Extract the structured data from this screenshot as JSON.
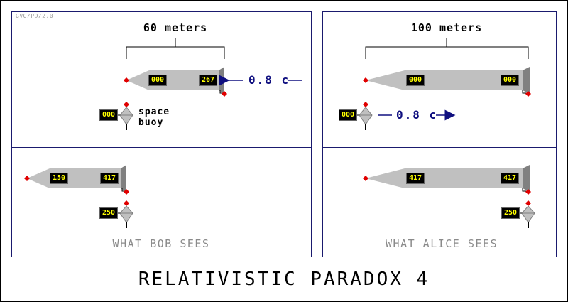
{
  "credit": "GVG/PD/2.0",
  "title": "RELATIVISTIC PARADOX 4",
  "panels": {
    "top_left": {
      "length_label": "60 meters",
      "speed_label": "0.8 c",
      "nose_clock": "000",
      "tail_clock": "267",
      "buoy_clock": "000",
      "buoy_label_line1": "space",
      "buoy_label_line2": "buoy"
    },
    "top_right": {
      "length_label": "100 meters",
      "speed_label": "0.8 c",
      "nose_clock": "000",
      "tail_clock": "000",
      "buoy_clock": "000"
    },
    "bottom_left": {
      "nose_clock": "150",
      "tail_clock": "417",
      "buoy_clock": "250",
      "caption": "WHAT BOB SEES"
    },
    "bottom_right": {
      "nose_clock": "417",
      "tail_clock": "417",
      "buoy_clock": "250",
      "caption": "WHAT ALICE SEES"
    }
  },
  "colors": {
    "ship_body": "#c0c0c0",
    "ship_engine": "#808080",
    "marker": "#e00000",
    "clock_digits": "#ffff00",
    "speed_text": "#101080",
    "panel_border": "#1a1a6e"
  }
}
